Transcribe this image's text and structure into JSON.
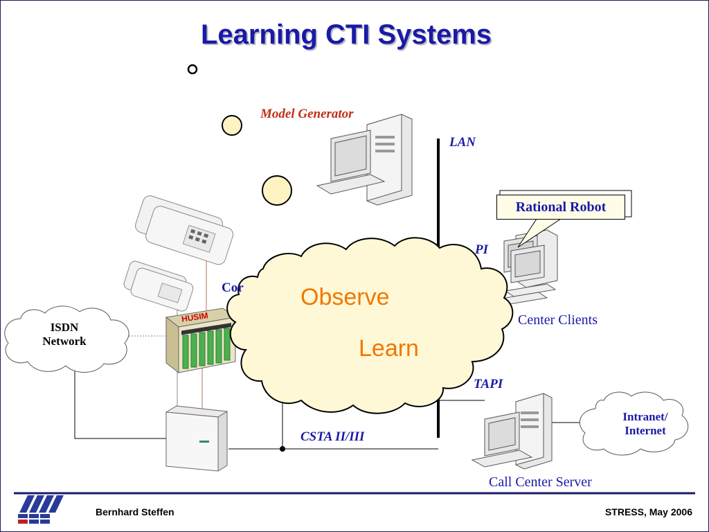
{
  "slide": {
    "title": "Learning CTI Systems",
    "footer_left": "Bernhard Steffen",
    "footer_right": "STRESS, May 2006"
  },
  "labels": {
    "model_generator": "Model Generator",
    "lan": "LAN",
    "rational_robot": "Rational Robot",
    "api_partial": "PI",
    "corporate_partial": "Cor",
    "center_clients": "Center Clients",
    "tapi": "TAPI",
    "csta": "CSTA II/III",
    "call_center_server": "Call Center Server",
    "isdn": [
      "ISDN",
      "Network"
    ],
    "intranet": [
      "Intranet/",
      "Internet"
    ],
    "husim": "HUSIM"
  },
  "cloud": {
    "observe": "Observe",
    "learn": "Learn"
  },
  "colors": {
    "title": "#1a1aa6",
    "label_blue": "#1a1aa6",
    "model_generator": "#c03018",
    "cloud_text": "#f07800",
    "cloud_fill": "#fff8d6",
    "bubble_fill": "#fff3c4",
    "footer_rule": "#1a1a66"
  }
}
